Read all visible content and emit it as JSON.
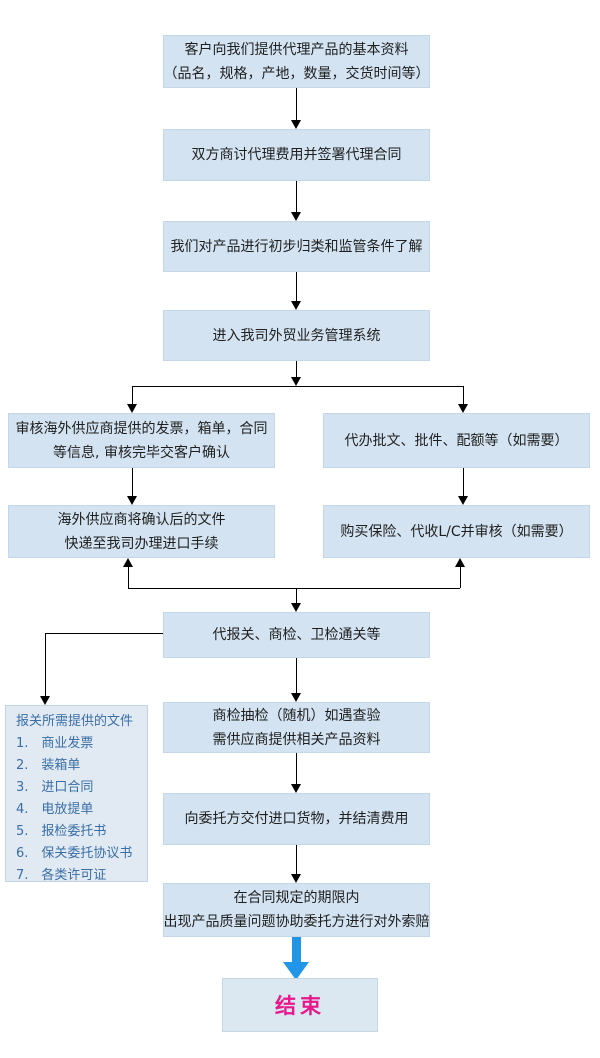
{
  "steps": {
    "step1": {
      "line1": "客户向我们提供代理产品的基本资料",
      "line2": "（品名，规格，产地，数量，交货时间等）"
    },
    "step2": {
      "line1": "双方商讨代理费用并签署代理合同"
    },
    "step3": {
      "line1": "我们对产品进行初步归类和监管条件了解"
    },
    "step4": {
      "line1": "进入我司外贸业务管理系统"
    },
    "review_docs": {
      "line1": "审核海外供应商提供的发票，箱单，合同",
      "line2": "等信息, 审核完毕交客户确认"
    },
    "permits": {
      "line1": "代办批文、批件、配额等（如需要）"
    },
    "courier": {
      "line1": "海外供应商将确认后的文件",
      "line2": "快递至我司办理进口手续"
    },
    "insurance": {
      "line1": "购买保险、代收L/C并审核（如需要）"
    },
    "customs": {
      "line1": "代报关、商检、卫检通关等"
    },
    "inspection": {
      "line1": "商检抽检（随机）如遇查验",
      "line2": "需供应商提供相关产品资料"
    },
    "delivery": {
      "line1": "向委托方交付进口货物，并结清费用"
    },
    "claims": {
      "line1": "在合同规定的期限内",
      "line2": "出现产品质量问题协助委托方进行对外索赔"
    },
    "end": {
      "label": "结束"
    }
  },
  "checklist": {
    "title": "报关所需提供的文件",
    "items": [
      "1.　商业发票",
      "2.　装箱单",
      "3.　进口合同",
      "4.　电放提单",
      "5.　报检委托书",
      "6.　保关委托协议书",
      "7.　各类许可证"
    ]
  },
  "colors": {
    "box_fill": "#d3e3f1",
    "box_border": "#c3d7e8",
    "list_text": "#3a6ea5",
    "end_text": "#e8188c",
    "end_arrow_blue": "#2196e8",
    "connector_line": "#000000"
  }
}
